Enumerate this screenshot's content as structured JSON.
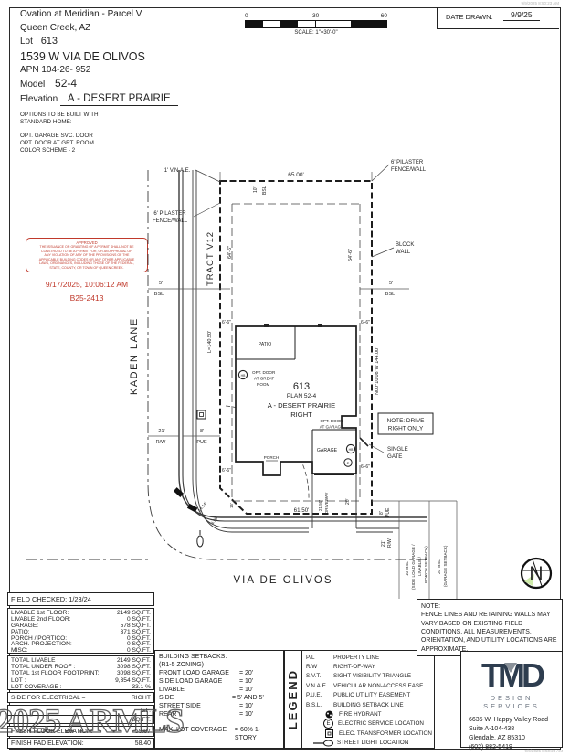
{
  "page": {
    "print_timestamp": "9/9/2025 8:50:23 AM",
    "watermark": "2025 ARMLS",
    "header": {
      "project": "Ovation at Meridian - Parcel V",
      "city": "Queen Creek, AZ",
      "lot_label": "Lot",
      "lot_number": "613",
      "address": "1539 W VIA DE OLIVOS",
      "apn": "APN 104-26- 952",
      "model_label": "Model",
      "model_value": "52-4",
      "elevation_label": "Elevation",
      "elevation_value": "A - DESERT PRAIRIE",
      "options_intro_1": "OPTIONS TO BE BUILT WITH",
      "options_intro_2": "STANDARD HOME:",
      "options": [
        "OPT. GARAGE SVC. DOOR",
        "OPT. DOOR AT GRT. ROOM",
        "COLOR SCHEME - 2"
      ],
      "date_drawn_label": "DATE DRAWN:",
      "date_drawn_value": "9/9/25",
      "scale_0": "0",
      "scale_30": "30",
      "scale_60": "60",
      "scale_text": "SCALE: 1\"=30'-0\""
    },
    "stamp": {
      "approved": "APPROVED",
      "lines": [
        "THE ISSUANCE OR GRANTING OF A PERMIT SHALL NOT BE",
        "CONSTRUED TO BE A PERMIT FOR, OR AN APPROVAL OF,",
        "ANY VIOLATION OF ANY OF THE PROVISIONS OF THE",
        "APPLICABLE BUILDING CODES OR ANY OTHER APPLICABLE",
        "LAWS, ORDINANCES, INCLUDING THOSE OF THE FEDERAL,",
        "STATE, COUNTY, OR TOWN OF QUEEN CREEK."
      ],
      "timestamp": "9/17/2025, 10:06:12 AM",
      "permit": "B25-2413"
    },
    "plan": {
      "kaden": "KADEN LANE",
      "via": "VIA DE OLIVOS",
      "tract": "TRACT V12",
      "vnae": "1' V.N.A.E.",
      "pilaster1": "6' PILASTER",
      "pilaster2": "FENCE/WALL",
      "block1": "BLOCK",
      "block2": "WALL",
      "dim65": "65.00'",
      "dim10": "10'",
      "bsl": "BSL",
      "dim5": "5'",
      "dim646": "64'-6\"",
      "dim66": "6'-6\"",
      "l14050": "L=140.50'",
      "bearing": "N00°10'08\"W 144.00'",
      "lot613": "613",
      "plan524": "PLAN 52-4",
      "elev": "A - DESERT PRAIRIE",
      "right": "RIGHT",
      "patio": "PATIO",
      "porch": "PORCH",
      "garage": "GARAGE",
      "optgr1": "OPT. DOOR",
      "optgr2": "AT GREAT",
      "optgr3": "ROOM",
      "optga1": "OPT. DOOR",
      "optga2": "AT GARAGE",
      "hb": "HB",
      "e": "E",
      "drive1": "NOTE: DRIVE",
      "drive2": "RIGHT ONLY",
      "gate1": "SINGLE",
      "gate2": "GATE",
      "d2150": "21.50'",
      "driveway": "DRIVEWAY",
      "d20": "20'",
      "d6150": "61.50'",
      "d21": "21'",
      "rw": "R/W",
      "d8": "8'",
      "pue": "PUE",
      "d1414": "14.14'",
      "d495": "4.95'",
      "d15": "15'",
      "bsl10a": "10' BSL",
      "bsl10b": "(SIDE LOAD GARAGE /",
      "bsl10c": "LIVABLE /",
      "bsl10d": "PORCH SETBACK)",
      "bsl20a": "20' BSL",
      "bsl20b": "(GARAGE SETBACK)",
      "north": "N"
    },
    "tables": {
      "field_checked": "FIELD CHECKED: 1/23/24",
      "areas": [
        [
          "LIVABLE 1st FLOOR:",
          "2149 SQ.FT."
        ],
        [
          "LIVABLE 2nd FLOOR:",
          "0 SQ.FT."
        ],
        [
          "GARAGE:",
          "578 SQ.FT."
        ],
        [
          "PATIO:",
          "371 SQ.FT."
        ],
        [
          "PORCH / PORTICO:",
          "0 SQ.FT."
        ],
        [
          "ARCH. PROJECTION:",
          "0 SQ.FT."
        ],
        [
          "MISC:",
          "0 SQ.FT."
        ]
      ],
      "totals": [
        [
          "TOTAL LIVABLE :",
          "2149 SQ.FT."
        ],
        [
          "TOTAL UNDER ROOF :",
          "3098 SQ.FT."
        ],
        [
          "TOTAL 1st FLOOR FOOTPRINT:",
          "3098 SQ.FT."
        ],
        [
          "LOT :",
          "9,354 SQ.FT."
        ],
        [
          "LOT COVERAGE :",
          "33.1 %"
        ]
      ],
      "electrical_label": "SIDE FOR ELECTRICAL =",
      "electrical_value": "RIGHT",
      "obscured_1_value": "L.F.",
      "obscured_2_value": "SQ.FT.",
      "finish": [
        [
          "FINISH FLOOR ELEVATION:",
          "59.07"
        ],
        [
          "FINISH PAD ELEVATION:",
          "58.40"
        ]
      ]
    },
    "setbacks": {
      "title": "BUILDING SETBACKS:",
      "zoning": "(R1-5 ZONING)",
      "rows": [
        [
          "FRONT LOAD GARAGE",
          "= 20'"
        ],
        [
          "SIDE LOAD GARAGE",
          "= 10'"
        ],
        [
          "LIVABLE",
          "= 10'"
        ],
        [
          "SIDE",
          "= 5' AND 5'"
        ],
        [
          "STREET SIDE",
          "= 10'"
        ],
        [
          "REAR",
          "= 10'"
        ]
      ],
      "max_label": "MAX. LOT COVERAGE",
      "max_value": "= 60% 1-STORY"
    },
    "legend": {
      "title": "LEGEND",
      "items": [
        {
          "abbr": "P/L",
          "label": "PROPERTY LINE"
        },
        {
          "abbr": "R/W",
          "label": "RIGHT-OF-WAY"
        },
        {
          "abbr": "S.V.T.",
          "label": "SIGHT VISIBILITY TRIANGLE"
        },
        {
          "abbr": "V.N.A.E.",
          "label": "VEHICULAR NON-ACCESS EASE."
        },
        {
          "abbr": "P.U.E.",
          "label": "PUBLIC UTILITY EASEMENT"
        },
        {
          "abbr": "B.S.L.",
          "label": "BUILDING SETBACK LINE"
        },
        {
          "abbr": "",
          "label": "FIRE HYDRANT"
        },
        {
          "abbr": "E",
          "label": "ELECTRIC SERVICE LOCATION"
        },
        {
          "abbr": "",
          "label": "ELEC. TRANSFORMER LOCATION"
        },
        {
          "abbr": "",
          "label": "STREET LIGHT LOCATION"
        }
      ]
    },
    "note": {
      "title": "NOTE:",
      "body": "FENCE LINES AND RETAINING WALLS MAY VARY BASED ON EXISTING FIELD CONDITIONS.  ALL MEASUREMENTS, ORIENTATION, AND UTILITY LOCATIONS ARE APPROXIMATE."
    },
    "firm": {
      "logo": "TMD",
      "tagline": "DESIGN SERVICES",
      "address1": "6635 W. Happy Valley Road",
      "address2": "Suite A-104-438",
      "address3": "Glendale, AZ 85310",
      "phone": "(602) 882-5419"
    }
  }
}
